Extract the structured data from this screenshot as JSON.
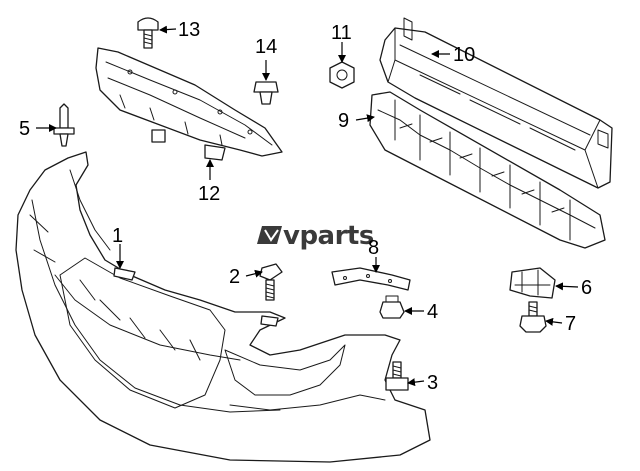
{
  "brand": {
    "name": "vparts"
  },
  "parts": [
    {
      "number": "1",
      "name": "bumper-cover"
    },
    {
      "number": "2",
      "name": "bolt"
    },
    {
      "number": "3",
      "name": "bolt"
    },
    {
      "number": "4",
      "name": "nut"
    },
    {
      "number": "5",
      "name": "clip"
    },
    {
      "number": "6",
      "name": "bracket"
    },
    {
      "number": "7",
      "name": "bolt"
    },
    {
      "number": "8",
      "name": "bracket"
    },
    {
      "number": "9",
      "name": "absorber"
    },
    {
      "number": "10",
      "name": "reinforcement-bar"
    },
    {
      "number": "11",
      "name": "nut"
    },
    {
      "number": "12",
      "name": "upper-bracket"
    },
    {
      "number": "13",
      "name": "screw"
    },
    {
      "number": "14",
      "name": "clip"
    }
  ],
  "colors": {
    "line": "#1a1a1a",
    "background": "#ffffff",
    "brand": "#3a3a3a"
  }
}
